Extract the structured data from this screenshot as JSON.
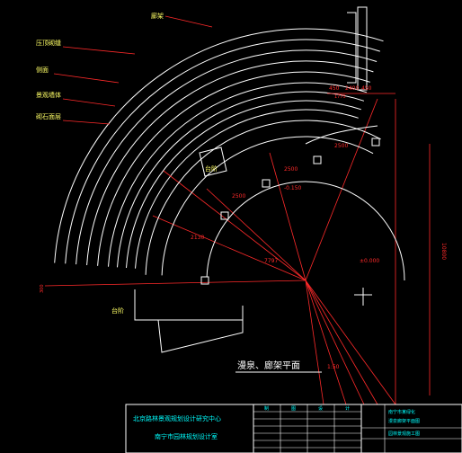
{
  "colors": {
    "background": "#000000",
    "outline": "#ffffff",
    "dimension": "#ff2a2a",
    "leader": "#ff2a2a",
    "label": "#ffff66",
    "title": "#00ffff",
    "frame": "#ffffff"
  },
  "callouts": {
    "top_note": "廊架",
    "layer_1": "压顶砌缝",
    "layer_2": "侧面",
    "layer_3": "景观墙体",
    "layer_4": "砌石面层",
    "inner_1": "台阶",
    "inner_2": "台阶"
  },
  "dimensions": {
    "top_width": "2400",
    "top_left": "450",
    "top_right": "450",
    "top_mid": "1775",
    "arc_1": "2500",
    "arc_2": "2500",
    "arc_3": "2500",
    "radius_1": "7797",
    "radius_2": "2130",
    "elev_1": "-0.150",
    "elev_2": "±0.000",
    "right_height": "10800",
    "left_small": "300"
  },
  "plan_title": {
    "title": "漫泉、廊架平面",
    "scale": "1:50"
  },
  "title_block": {
    "org_1": "北京路林景观规划设计研究中心",
    "org_2": "南宁市园林规划设计室",
    "headers": [
      "制",
      "图",
      "设",
      "计"
    ],
    "project": "南宁市某绿化",
    "drawing": "漫泉廊架平面图",
    "sheet": "园林景观施工图"
  }
}
